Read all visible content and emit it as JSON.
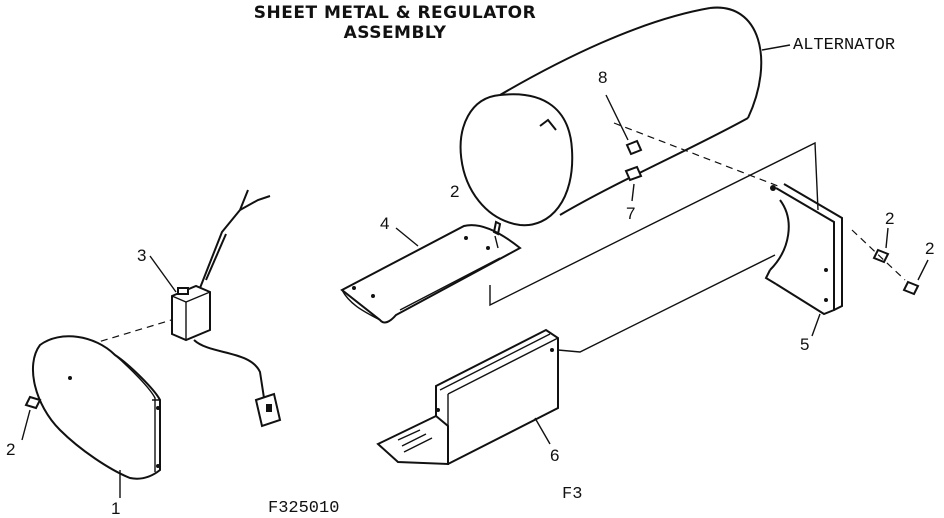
{
  "title": {
    "line1": "SHEET METAL & REGULATOR",
    "line2": "ASSEMBLY"
  },
  "labels": {
    "alternator": "ALTERNATOR",
    "drawing_number": "F325010",
    "figure_code": "F3"
  },
  "callouts": {
    "c1": "1",
    "c2a": "2",
    "c2b": "2",
    "c2c": "2",
    "c2d": "2",
    "c3": "3",
    "c4": "4",
    "c5": "5",
    "c6": "6",
    "c7": "7",
    "c8": "8"
  }
}
